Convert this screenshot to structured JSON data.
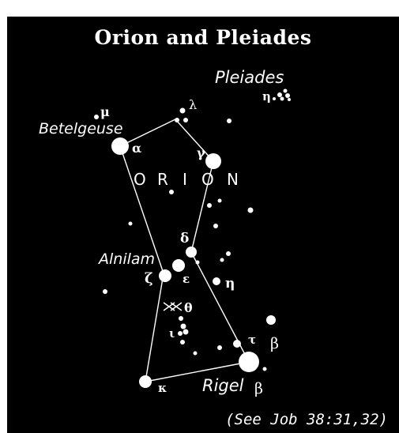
{
  "title": "Orion and Pleiades",
  "footnote": "(See Job 38:31,32)",
  "labels": {
    "pleiades": "Pleiades",
    "betelgeuse": "Betelgeuse",
    "alnilam": "Alnilam",
    "rigel": "Rigel",
    "orion_letters": [
      "O",
      "R",
      "I",
      "O",
      "N"
    ]
  },
  "greek": {
    "mu": "μ",
    "lambda": "λ",
    "alpha": "α",
    "gamma": "γ",
    "delta": "δ",
    "zeta": "ζ",
    "epsilon": "ε",
    "eta": "η",
    "theta": "θ",
    "iota": "ι",
    "tau": "τ",
    "beta_upper": "β",
    "beta_rigel": "β",
    "kappa": "κ",
    "eta_pleiades": "η"
  },
  "colors": {
    "sky": "#000000",
    "stars": "#ffffff",
    "page": "#ffffff"
  }
}
